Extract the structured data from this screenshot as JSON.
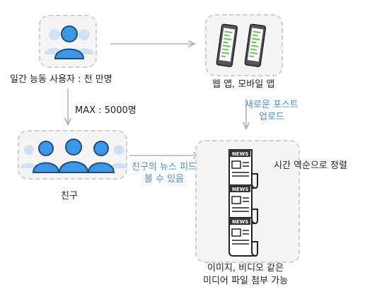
{
  "nodes": {
    "users": {
      "label": "일간 능동 사용자 : 천 만명",
      "icon": "users-icon"
    },
    "apps": {
      "label": "웹 앱, 모바일 앱",
      "icon": "mobile-app-icon"
    },
    "friends": {
      "label": "친구",
      "icon": "friends-group-icon"
    },
    "feed": {
      "icon": "news-feed-icon",
      "sort_note": "시간 역순으로 정렬",
      "media_note_line1": "이미지, 비디오 같은",
      "media_note_line2": "미디어 파일 첨부 가능"
    }
  },
  "edges": {
    "users_to_friends": {
      "label": "MAX : 5000명"
    },
    "apps_to_feed": {
      "label_line1": "새로운 포스트",
      "label_line2": "업로드"
    },
    "friends_to_feed": {
      "label_line1": "친구의 뉴스 피드",
      "label_line2": "볼 수 있음"
    }
  },
  "colors": {
    "accent_blue": "#4a8fc7",
    "arrow_gray": "#b0b0b0",
    "box_fill": "#f5f5f5",
    "box_border": "#cfcfcf"
  }
}
